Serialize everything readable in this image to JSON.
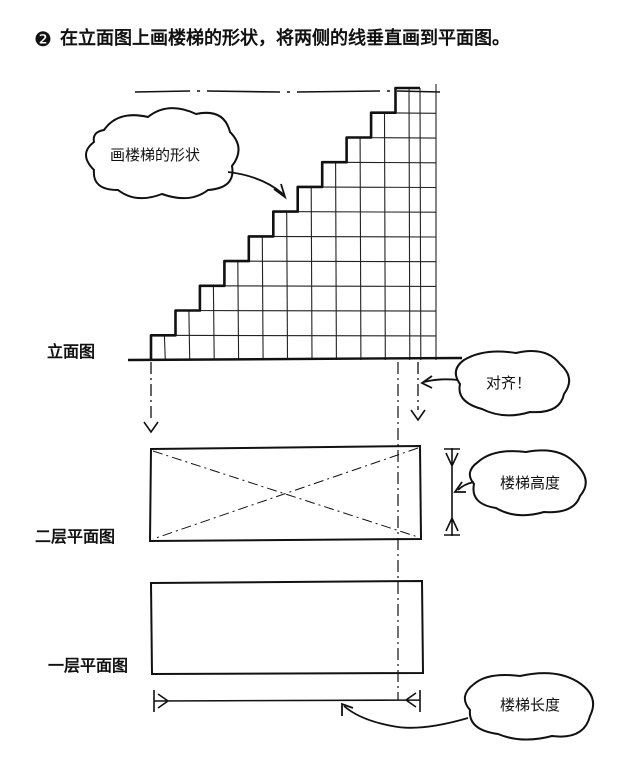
{
  "step": {
    "number": "❷",
    "title": "在立面图上画楼梯的形状，将两侧的线垂直画到平面图。"
  },
  "labels": {
    "elevation": "立面图",
    "second_floor_plan": "二层平面图",
    "first_floor_plan": "一层平面图"
  },
  "bubbles": {
    "stair_shape": "画楼梯的形状",
    "align": "对齐！",
    "stair_height": "楼梯高度",
    "stair_length": "楼梯长度"
  },
  "stairs": {
    "step_count": 11
  },
  "style": {
    "ink": "#111111",
    "paper": "#ffffff"
  }
}
